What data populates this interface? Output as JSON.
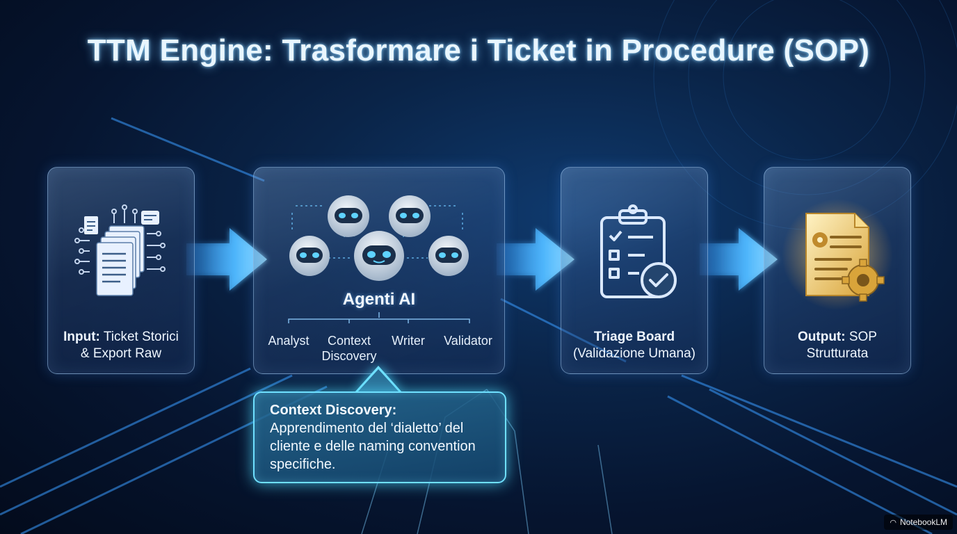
{
  "title": "TTM Engine: Trasformare i Ticket in Procedure (SOP)",
  "steps": {
    "input": {
      "label_bold": "Input:",
      "label_rest": " Ticket Storici",
      "label_line2": "& Export Raw",
      "icon": "documents-circuit-icon"
    },
    "agents": {
      "title": "Agenti AI",
      "icon": "ai-robots-icon",
      "roles": [
        "Analyst",
        "Context",
        "Writer",
        "Validator"
      ],
      "role_context_line2": "Discovery"
    },
    "triage": {
      "label_bold": "Triage Board",
      "label_line2": "(Validazione Umana)",
      "icon": "clipboard-check-icon"
    },
    "output": {
      "label_bold": "Output:",
      "label_rest": " SOP",
      "label_line2": "Strutturata",
      "icon": "golden-document-gear-icon"
    }
  },
  "callout": {
    "title": "Context Discovery:",
    "body": "Apprendimento del ‘dialetto’ del cliente e delle naming convention specifiche."
  },
  "badge": {
    "text": "NotebookLM"
  },
  "colors": {
    "accent": "#6fe0ff",
    "arrow": "#4fb8ff",
    "gold": "#f5c84a"
  }
}
